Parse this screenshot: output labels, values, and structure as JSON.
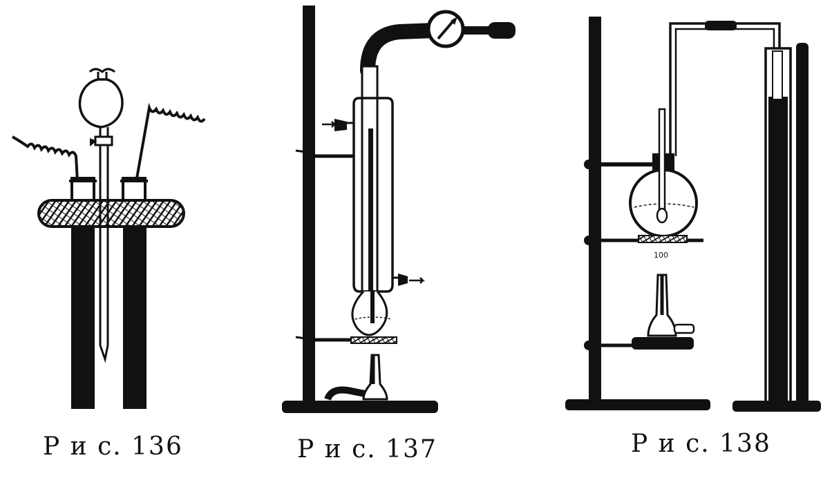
{
  "figures": [
    {
      "id": "136",
      "caption": "Р и с. 136"
    },
    {
      "id": "137",
      "caption": "Р и с. 137"
    },
    {
      "id": "138",
      "caption": "Р и с. 138"
    }
  ],
  "figure_labels": {
    "burner_plate_138": "100"
  },
  "colors": {
    "ink": "#111111",
    "paper": "#ffffff"
  }
}
